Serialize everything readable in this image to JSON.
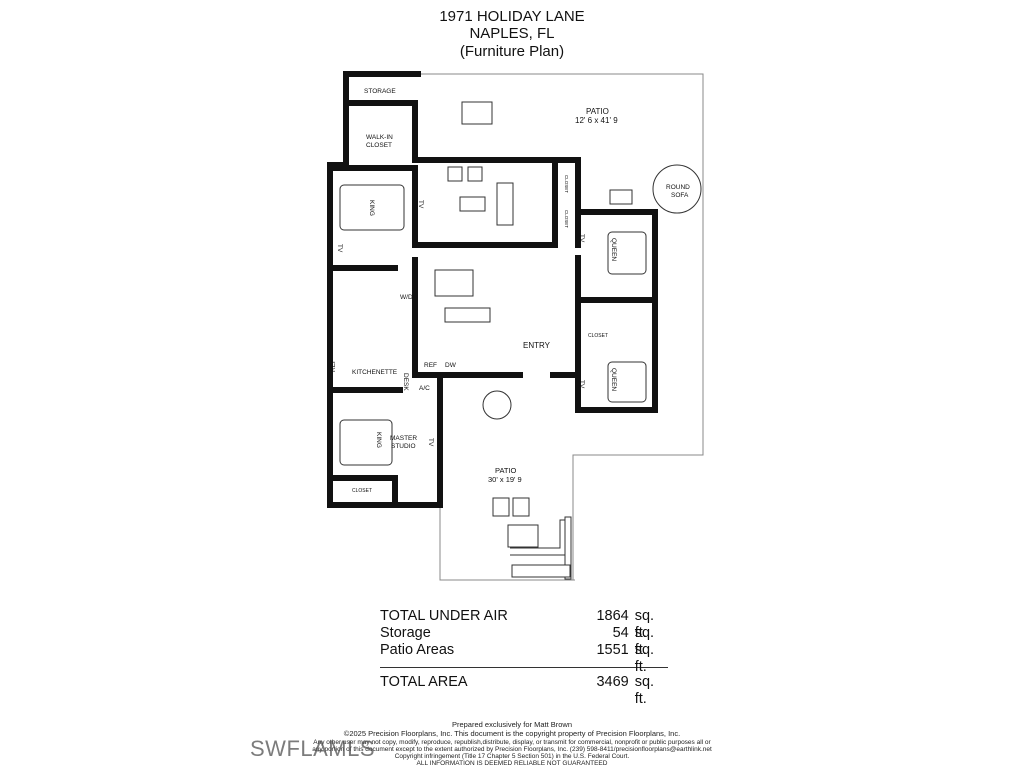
{
  "header": {
    "address": "1971 HOLIDAY LANE",
    "city": "NAPLES, FL",
    "subtitle": "(Furniture Plan)"
  },
  "rooms": {
    "storage": "STORAGE",
    "walkin_1": "WALK-IN",
    "walkin_2": "CLOSET",
    "patio_top": "PATIO",
    "patio_top_dim": "12' 6 x 41' 9",
    "round_sofa_1": "ROUND",
    "round_sofa_2": "SOFA",
    "closet_a": "CLOSET",
    "closet_b": "CLOSET",
    "closet_c": "CLOSET",
    "closet_d": "CLOSET",
    "king_1": "KING",
    "king_2": "KING",
    "queen_1": "QUEEN",
    "queen_2": "QUEEN",
    "tv_1": "TV",
    "tv_2": "TV",
    "tv_3": "TV",
    "tv_4": "TV",
    "tv_5": "TV",
    "wd": "W/D",
    "entry": "ENTRY",
    "ref_1": "REF",
    "ref_2": "REF",
    "dw": "DW",
    "kitchenette": "KITCHENETTE",
    "desk": "DESK",
    "ac": "A/C",
    "master_1": "MASTER",
    "master_2": "STUDIO",
    "patio_bottom": "PATIO",
    "patio_bottom_dim": "30' x 19' 9"
  },
  "areas": [
    {
      "label": "TOTAL UNDER AIR",
      "value": "1864",
      "unit": "sq. ft."
    },
    {
      "label": "Storage",
      "value": "54",
      "unit": "sq. ft."
    },
    {
      "label": "Patio Areas",
      "value": "1551",
      "unit": "sq. ft."
    }
  ],
  "total": {
    "label": "TOTAL AREA",
    "value": "3469",
    "unit": "sq. ft."
  },
  "footer": {
    "prepared": "Prepared exclusively for Matt Brown",
    "copyright": "©2025 Precision Floorplans, Inc.  This document is the copyright property of Precision Floorplans, Inc.",
    "line3": "Any other user may not copy, modify, reproduce, republish,distribute, display, or transmit for commercial, nonprofit or public purposes all or",
    "line4": "any portion of this document except to the extent authorized by Precision Floorplans, Inc. (239) 598-8411/precisionfloorplans@earthlink.net",
    "line5": "Copyright infringement (Title 17 Chapter 5 Section 501) in the U.S. Federal Court.",
    "line6": "ALL INFORMATION IS DEEMED RELIABLE NOT GUARANTEED"
  },
  "watermark": "SWFLAMLS"
}
